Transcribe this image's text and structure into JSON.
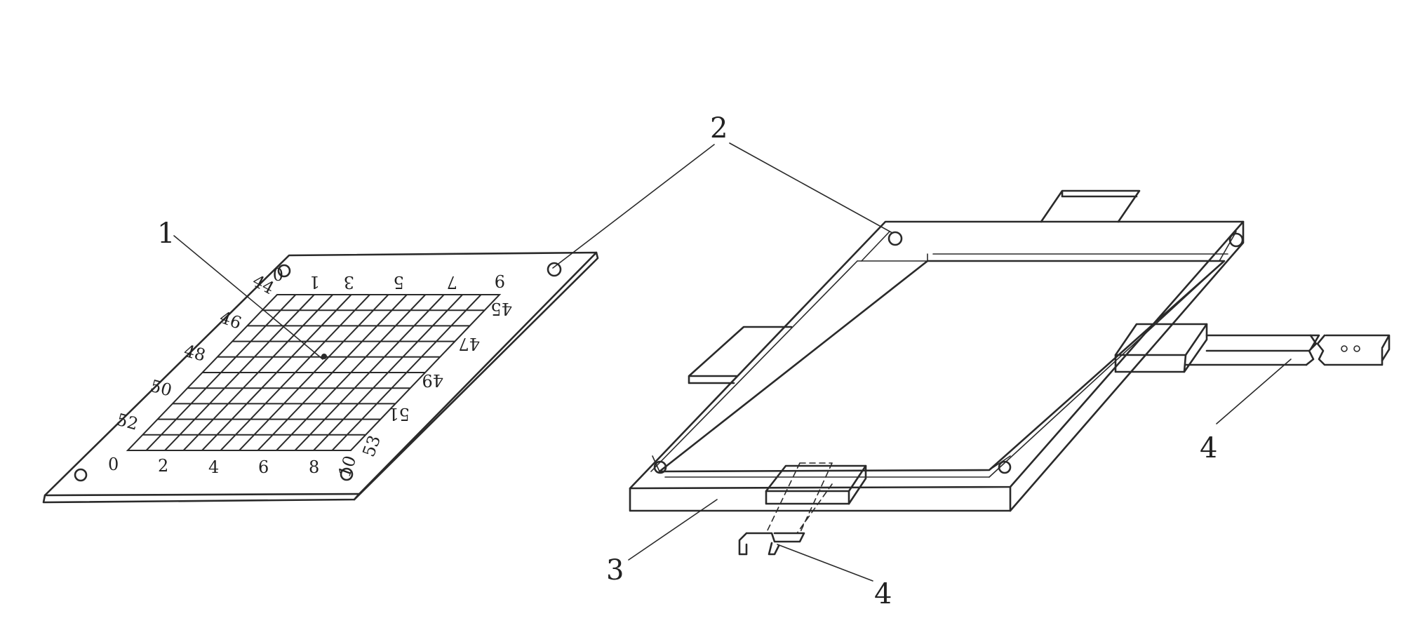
{
  "labels": {
    "l1": "1",
    "l2": "2",
    "l3": "3",
    "l4a": "4",
    "l4b": "4"
  },
  "plate_numbers": {
    "top": [
      "0",
      "1",
      "3",
      "5",
      "7",
      "9"
    ],
    "bottom": [
      "0",
      "2",
      "4",
      "6",
      "8",
      "10"
    ],
    "left": [
      "44",
      "46",
      "48",
      "50",
      "52"
    ],
    "right": [
      "45",
      "47",
      "49",
      "51",
      "53"
    ]
  },
  "colors": {
    "ink": "#2a2a2a",
    "paper": "#ffffff"
  }
}
